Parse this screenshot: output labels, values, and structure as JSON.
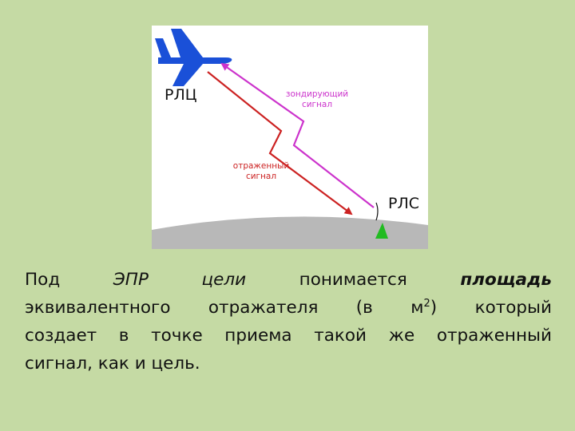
{
  "diagram": {
    "label_aircraft": "РЛЦ",
    "label_radar": "РЛС",
    "label_probe": [
      "зондирующий",
      "сигнал"
    ],
    "label_reflected": [
      "отраженный",
      "сигнал"
    ],
    "colors": {
      "background": "#c5daa4",
      "probe": "#cc33cc",
      "reflected": "#cc2222",
      "aircraft": "#1a50d8",
      "ground": "#b8b8b8",
      "radar": "#22bb22"
    }
  },
  "text": {
    "w1": "Под",
    "w2": "ЭПР",
    "w3": "цели",
    "w4": "понимается",
    "w5": "площадь",
    "line2_a": "эквивалентного отражателя (в м",
    "line2_sup": "2",
    "line2_b": ") который",
    "line3": "создает в точке приема такой же отраженный",
    "line4": "сигнал, как и цель."
  }
}
